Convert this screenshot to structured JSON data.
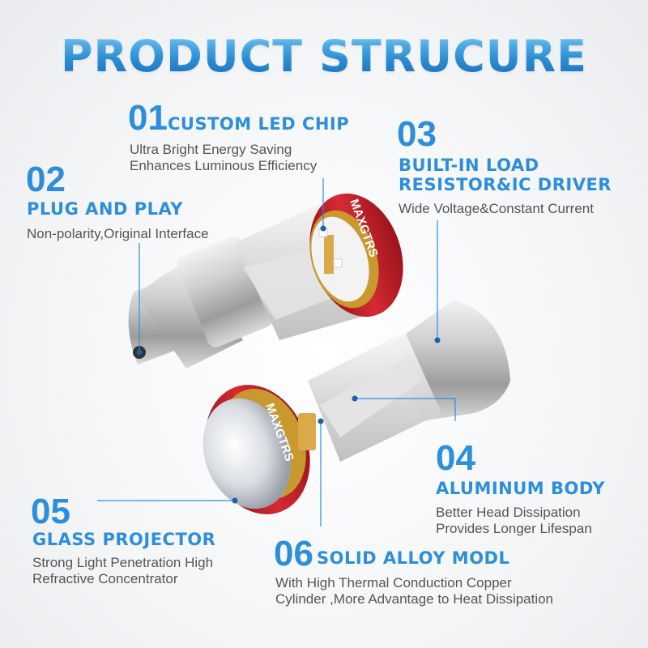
{
  "title": "PRODUCT STRUCURE",
  "features": [
    {
      "num": "01",
      "heading": "CUSTOM LED CHIP",
      "desc_lines": [
        "Ultra Bright Energy Saving",
        "Enhances Luminous Efficiency"
      ]
    },
    {
      "num": "02",
      "heading": "PLUG AND PLAY",
      "desc_lines": [
        "Non-polarity,Original Interface"
      ]
    },
    {
      "num": "03",
      "heading_lines": [
        "BUILT-IN LOAD",
        "RESISTOR&IC DRIVER"
      ],
      "desc_lines": [
        "Wide Voltage&Constant Current"
      ]
    },
    {
      "num": "04",
      "heading": "ALUMINUM BODY",
      "desc_lines": [
        "Better Head Dissipation",
        "Provides Longer Lifespan"
      ]
    },
    {
      "num": "05",
      "heading": "GLASS PROJECTOR",
      "desc_lines": [
        "Strong Light Penetration High",
        "Refractive Concentrator"
      ]
    },
    {
      "num": "06",
      "heading": "SOLID ALLOY MODL",
      "desc_lines": [
        "With High Thermal Conduction Copper",
        "Cylinder ,More Advantage to Heat Dissipation"
      ]
    }
  ],
  "bulbs": {
    "brand": "MAXGTRS"
  },
  "colors": {
    "accent": "#2d8fdc",
    "cap_red": "#c8202a",
    "gold": "#c9982e",
    "text": "#555555"
  }
}
